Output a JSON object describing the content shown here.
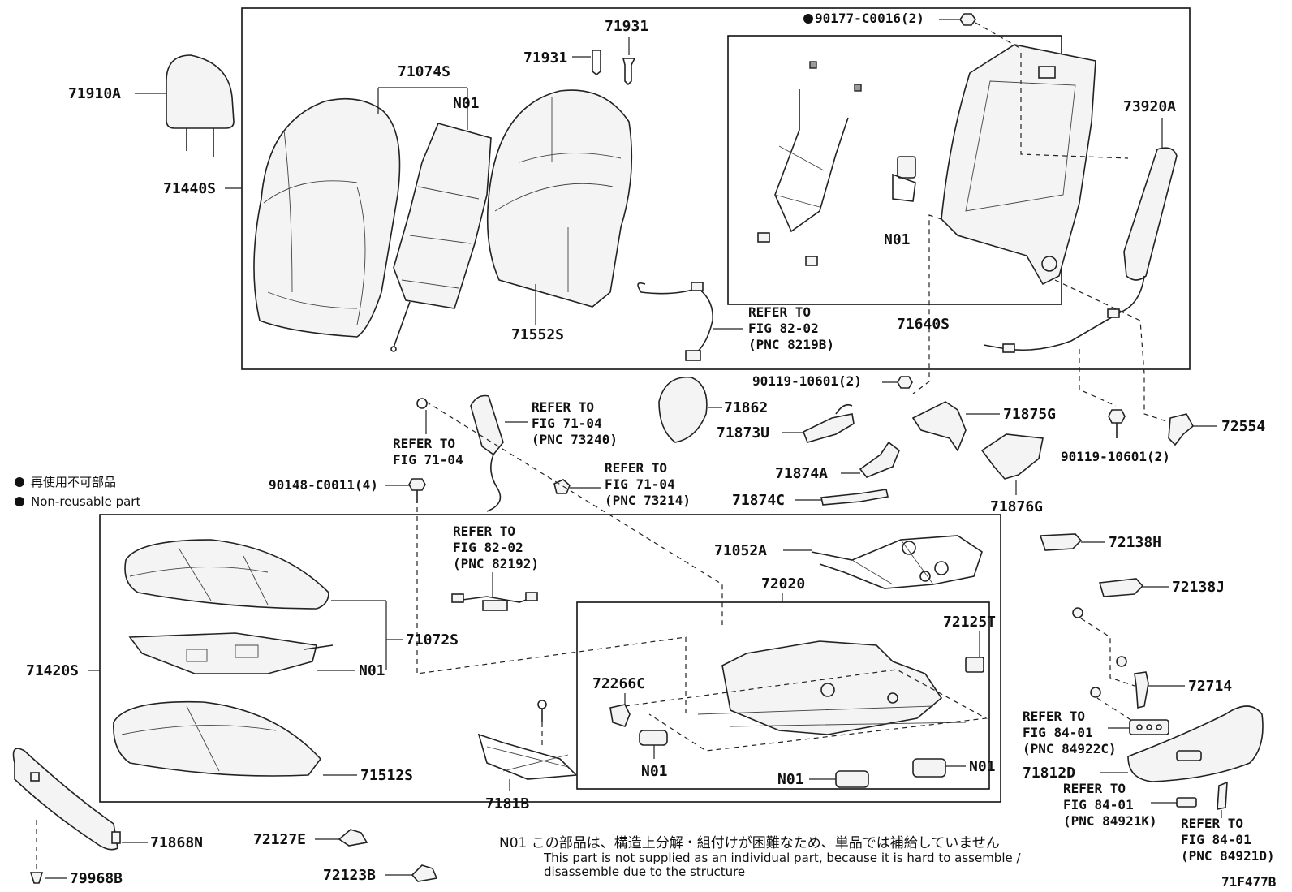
{
  "labels": {
    "p71910A": "71910A",
    "p71440S": "71440S",
    "p71074S": "71074S",
    "p71931a": "71931",
    "p71931b": "71931",
    "pN01a": "N01",
    "p71552S": "71552S",
    "p90177": "90177-C0016(2)",
    "pN01b": "N01",
    "p73920A": "73920A",
    "p71640S": "71640S",
    "p90119a": "90119-10601(2)",
    "p71862": "71862",
    "p71875G": "71875G",
    "p71873U": "71873U",
    "p72554": "72554",
    "p90119b": "90119-10601(2)",
    "p71874A": "71874A",
    "p71874C": "71874C",
    "p71876G": "71876G",
    "p90148": "90148-C0011(4)",
    "p71052A": "71052A",
    "p72138H": "72138H",
    "p72138J": "72138J",
    "p72020": "72020",
    "p72125T": "72125T",
    "p71072S": "71072S",
    "p71420S": "71420S",
    "pN01c": "N01",
    "p72266C": "72266C",
    "p72714": "72714",
    "pN01d": "N01",
    "pN01e": "N01",
    "pN01f": "N01",
    "p71512S": "71512S",
    "p7181B": "7181B",
    "p71812D": "71812D",
    "p71868N": "71868N",
    "p72127E": "72127E",
    "p72123B": "72123B",
    "p79968B": "79968B",
    "figure_code": "71F477B"
  },
  "refs": {
    "r1": [
      "REFER TO",
      "FIG 82-02",
      "(PNC 8219B)"
    ],
    "r2": [
      "REFER TO",
      "FIG 71-04",
      "(PNC 73240)"
    ],
    "r3": [
      "REFER TO",
      "FIG 71-04"
    ],
    "r4": [
      "REFER TO",
      "FIG 71-04",
      "(PNC 73214)"
    ],
    "r5": [
      "REFER TO",
      "FIG 82-02",
      "(PNC 82192)"
    ],
    "r6": [
      "REFER TO",
      "FIG 84-01",
      "(PNC 84922C)"
    ],
    "r7": [
      "REFER TO",
      "FIG 84-01",
      "(PNC 84921K)"
    ],
    "r8": [
      "REFER TO",
      "FIG 84-01",
      "(PNC 84921D)"
    ]
  },
  "legend": {
    "jp": "再使用不可部品",
    "en": "Non-reusable part"
  },
  "footnote": {
    "jp": "N01 この部品は、構造上分解・組付けが困難なため、単品では補給していません",
    "en1": "This part is not supplied as an individual part, because it is hard to assemble /",
    "en2": "disassemble due to the structure"
  }
}
